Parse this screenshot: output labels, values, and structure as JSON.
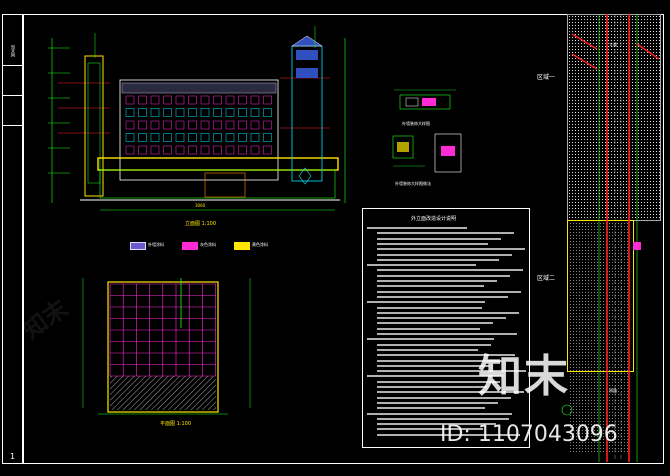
{
  "sheet": {
    "page_number": "1",
    "left_title_glyph": "知末网"
  },
  "elevation": {
    "caption": "立面图 1:100",
    "dimension_total": "3060"
  },
  "plan": {
    "caption": "平面图 1:100"
  },
  "legend": {
    "items": [
      {
        "label": "外墙涂料",
        "color": "#e0d8ff"
      },
      {
        "label": "灰色涂料",
        "color": "#ff2bd6"
      },
      {
        "label": "黄色涂料",
        "color": "#ffe600"
      }
    ]
  },
  "details": {
    "detail_a_caption": "外墙装饰大样图",
    "detail_b_caption": "外墙装饰大样图做法"
  },
  "notes": {
    "title": "外立面改造设计说明",
    "lines": 40
  },
  "site_map": {
    "road_label": "大道",
    "zone_1": "区域一",
    "zone_2": "区域二",
    "bottom_label": "原路"
  },
  "watermark": {
    "brand": "知末",
    "id_text": "ID: 1107043096"
  },
  "colors": {
    "line_green": "#19ff19",
    "line_cyan": "#00e5ff",
    "line_magenta": "#ff2bd6",
    "line_red": "#ff2020",
    "line_yellow": "#ffe600"
  }
}
